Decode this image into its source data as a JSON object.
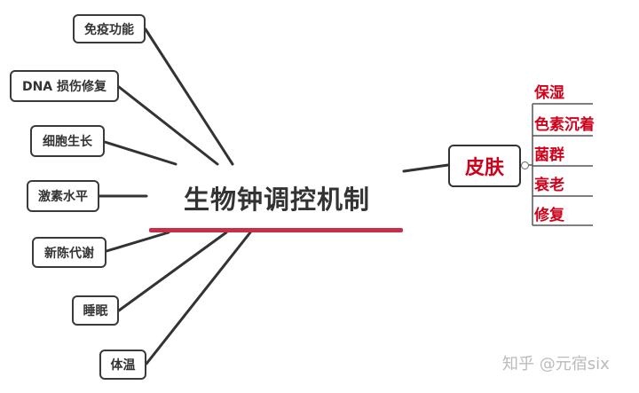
{
  "central_topic": {
    "label": "生物钟调控机制"
  },
  "left_branches": [
    {
      "label": "免疫功能"
    },
    {
      "label": "DNA 损伤修复"
    },
    {
      "label": "细胞生长"
    },
    {
      "label": "激素水平"
    },
    {
      "label": "新陈代谢"
    },
    {
      "label": "睡眠"
    },
    {
      "label": "体温"
    }
  ],
  "right_branch": {
    "label": "皮肤",
    "children": [
      {
        "label": "保湿"
      },
      {
        "label": "色素沉着"
      },
      {
        "label": "菌群"
      },
      {
        "label": "衰老"
      },
      {
        "label": "修复"
      }
    ]
  },
  "watermark": {
    "text": "知乎 @元宿six"
  },
  "colors": {
    "accent_red": "#d0021b",
    "underline": "#c82d4a",
    "connector": "#333333",
    "text_dark": "#333333"
  }
}
